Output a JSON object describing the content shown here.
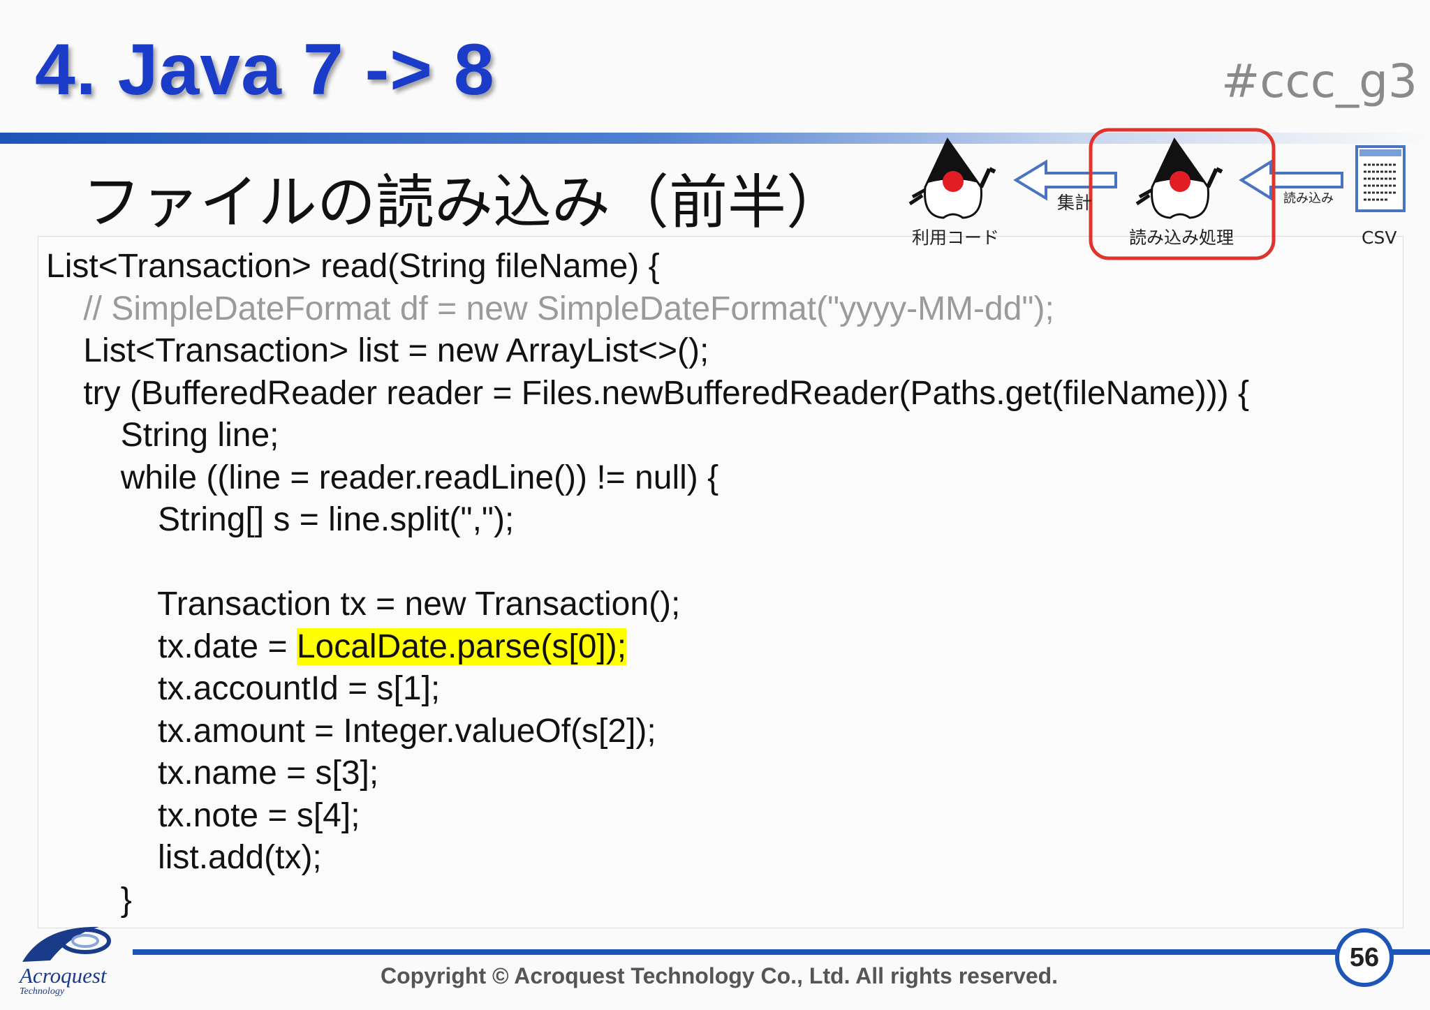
{
  "slide": {
    "title": "4. Java 7 -> 8",
    "hashtag": "#ccc_g3",
    "subtitle": "ファイルの読み込み（前半）",
    "page_number": "56",
    "copyright": "Copyright © Acroquest Technology Co., Ltd. All rights reserved.",
    "logo": {
      "name": "Acroquest",
      "sub": "Technology"
    }
  },
  "diagram": {
    "node_left": "利用コード",
    "node_center": "読み込み処理",
    "node_right": "CSV",
    "arrow_left_label": "集計",
    "arrow_right_label": "読み込み",
    "highlight_color": "#e0332b"
  },
  "code": {
    "lines": [
      "List<Transaction> read(String fileName) {",
      "    // SimpleDateFormat df = new SimpleDateFormat(\"yyyy-MM-dd\");",
      "    List<Transaction> list = new ArrayList<>();",
      "    try (BufferedReader reader = Files.newBufferedReader(Paths.get(fileName))) {",
      "        String line;",
      "        while ((line = reader.readLine()) != null) {",
      "            String[] s = line.split(\",\");",
      "",
      "            Transaction tx = new Transaction();",
      "            tx.date = ",
      "            tx.accountId = s[1];",
      "            tx.amount = Integer.valueOf(s[2]);",
      "            tx.name = s[3];",
      "            tx.note = s[4];",
      "            list.add(tx);",
      "        }"
    ],
    "highlighted_expr": "LocalDate.parse(s[0]);",
    "highlight_color": "#ffff00"
  }
}
